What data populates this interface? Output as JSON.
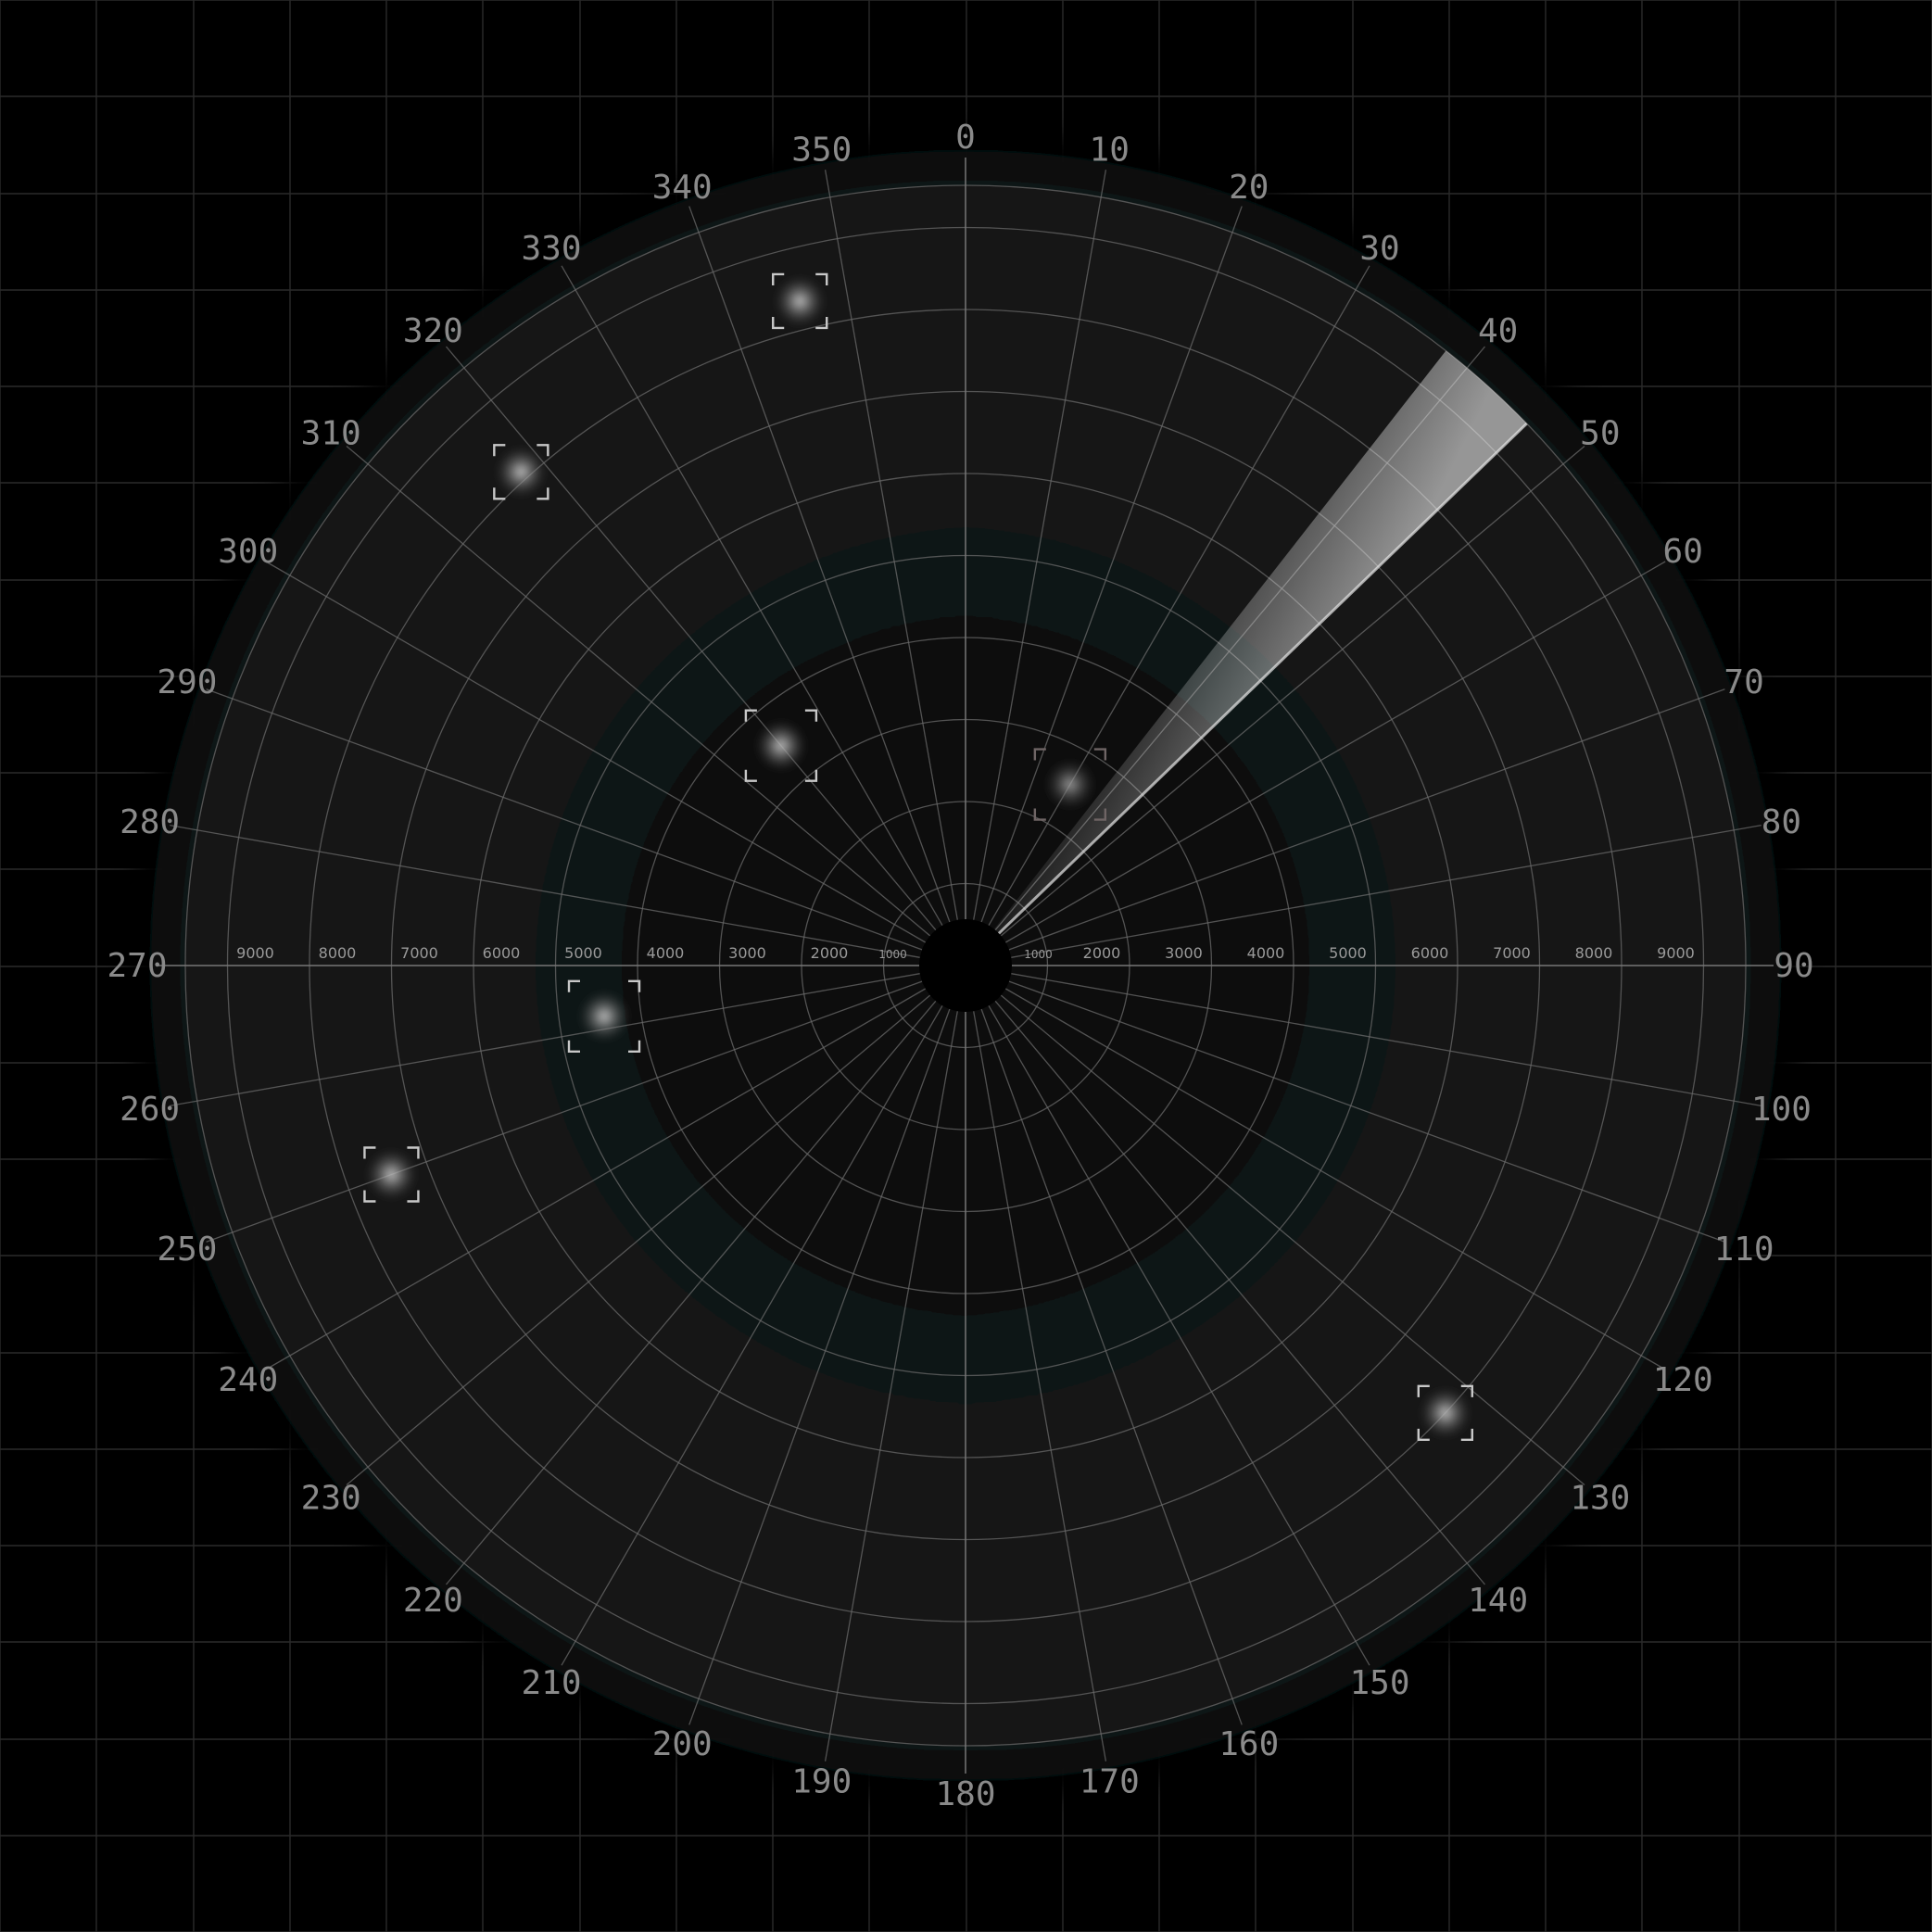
{
  "radar": {
    "bearing_labels": [
      "0",
      "10",
      "20",
      "30",
      "40",
      "50",
      "60",
      "70",
      "80",
      "90",
      "100",
      "110",
      "120",
      "130",
      "140",
      "150",
      "160",
      "170",
      "180",
      "190",
      "200",
      "210",
      "220",
      "230",
      "240",
      "250",
      "260",
      "270",
      "280",
      "290",
      "300",
      "310",
      "320",
      "330",
      "340",
      "350"
    ],
    "range_labels": [
      "1000",
      "2000",
      "3000",
      "4000",
      "5000",
      "6000",
      "7000",
      "8000",
      "9000"
    ],
    "max_range": 9500,
    "sweep": {
      "start_deg": 38,
      "end_deg": 46
    },
    "targets": [
      {
        "id": "target-1",
        "bearing": 346,
        "range": 8350,
        "highlight": "bright"
      },
      {
        "id": "target-2",
        "bearing": 318,
        "range": 8100,
        "highlight": "bright"
      },
      {
        "id": "target-3",
        "bearing": 320,
        "range": 3500,
        "highlight": "bright"
      },
      {
        "id": "target-4",
        "bearing": 30,
        "range": 2550,
        "highlight": "dim"
      },
      {
        "id": "target-5",
        "bearing": 262,
        "range": 4450,
        "highlight": "bright"
      },
      {
        "id": "target-6",
        "bearing": 250,
        "range": 7450,
        "highlight": "bright"
      },
      {
        "id": "target-7",
        "bearing": 133,
        "range": 8000,
        "highlight": "bright"
      }
    ],
    "colors": {
      "background": "#000000",
      "scope_center": "#1a1d1d",
      "scope_edge": "#050505",
      "grid": "#6a6a6a",
      "label": "#8a8a8a",
      "sweep": "#dcdcdc",
      "bracket": "#c8c8c8",
      "bracket_dim": "#6f6565"
    }
  }
}
